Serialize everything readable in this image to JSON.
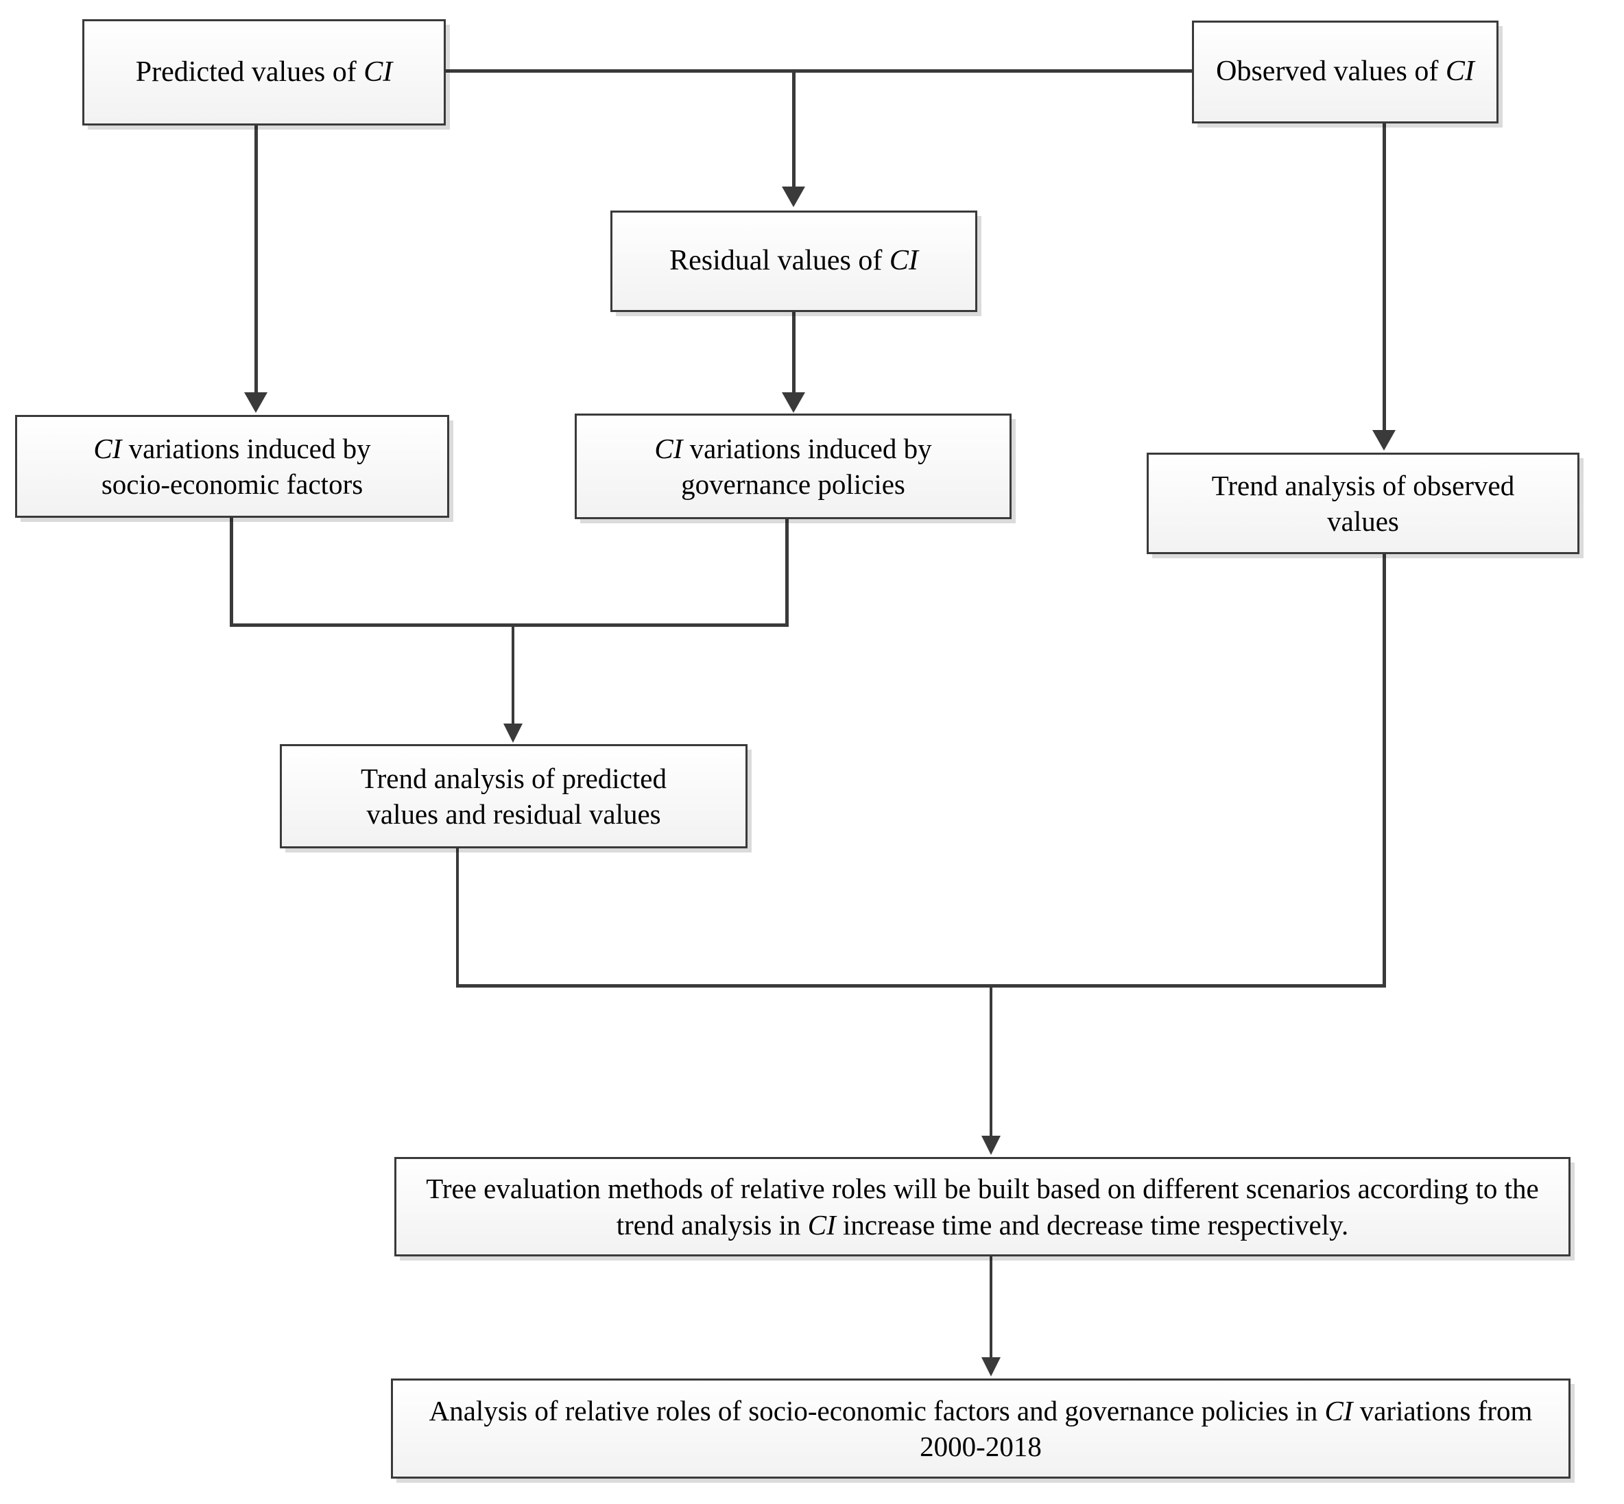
{
  "diagram": {
    "title": "Framework for analysing relative roles of socio-economic factors and governance policies in CI variations",
    "colors": {
      "line": "#3a3a3a",
      "box_border": "#3a3a3a",
      "box_fill_top": "#ffffff",
      "box_fill_bottom": "#f2f2f2",
      "text": "#000000",
      "background": "#ffffff"
    },
    "nodes": {
      "predicted_values": {
        "id": "predicted-values",
        "text_parts": [
          "Predicted values of ",
          "CI"
        ],
        "italic_part": "CI",
        "full_text": "Predicted values of CI"
      },
      "observed_values": {
        "id": "observed-values",
        "text_parts": [
          "Observed values of ",
          "CI"
        ],
        "italic_part": "CI",
        "full_text": "Observed values of CI"
      },
      "residual_values": {
        "id": "residual-values",
        "text_parts": [
          "Residual values of ",
          "CI"
        ],
        "italic_part": "CI",
        "full_text": "Residual values of CI"
      },
      "ci_socio": {
        "id": "ci-variations-socio-economic",
        "italic_part": "CI",
        "line1_rest": " variations induced by",
        "line2": "socio-economic factors",
        "full_text": "CI variations induced by socio-economic factors"
      },
      "ci_governance": {
        "id": "ci-variations-governance",
        "italic_part": "CI",
        "line1_rest": " variations induced by",
        "line2": "governance policies",
        "full_text": "CI variations induced by governance policies"
      },
      "trend_observed": {
        "id": "trend-analysis-observed",
        "line1": "Trend analysis of observed",
        "line2": "values",
        "full_text": "Trend analysis of observed values"
      },
      "trend_predicted": {
        "id": "trend-analysis-predicted",
        "line1": "Trend analysis of predicted",
        "line2": "values and residual values",
        "full_text": "Trend analysis of predicted values and residual values"
      },
      "tree_evaluation": {
        "id": "tree-evaluation-methods",
        "seg1": "Tree evaluation methods of relative roles will be built based on different scenarios according to the trend analysis in ",
        "italic_part": "CI",
        "seg2": " increase time and decrease time respectively.",
        "full_text": "Tree evaluation methods of relative roles will be built based on different scenarios according to the trend analysis in CI increase time and decrease time respectively."
      },
      "final_analysis": {
        "id": "analysis-relative-roles",
        "seg1": "Analysis of relative roles of socio-economic factors and governance policies in ",
        "italic_part": "CI",
        "seg2": " variations from 2000-2018",
        "full_text": "Analysis of relative roles of socio-economic factors and governance policies in CI variations from 2000-2018"
      }
    },
    "edges": [
      {
        "from": "predicted_values",
        "to": "observed_values",
        "style": "horizontal-link",
        "arrowhead": false
      },
      {
        "from": "predicted_values",
        "to": "residual_values",
        "style": "branch-down",
        "arrowhead": true
      },
      {
        "from": "predicted_values",
        "to": "ci_socio",
        "style": "vertical",
        "arrowhead": true
      },
      {
        "from": "residual_values",
        "to": "ci_governance",
        "style": "vertical",
        "arrowhead": true
      },
      {
        "from": "observed_values",
        "to": "trend_observed",
        "style": "vertical",
        "arrowhead": true
      },
      {
        "from": "ci_socio,ci_governance",
        "to": "trend_predicted",
        "style": "merge-down",
        "arrowhead": true
      },
      {
        "from": "trend_predicted,trend_observed",
        "to": "tree_evaluation",
        "style": "merge-down",
        "arrowhead": true
      },
      {
        "from": "tree_evaluation",
        "to": "final_analysis",
        "style": "vertical",
        "arrowhead": true
      }
    ]
  }
}
